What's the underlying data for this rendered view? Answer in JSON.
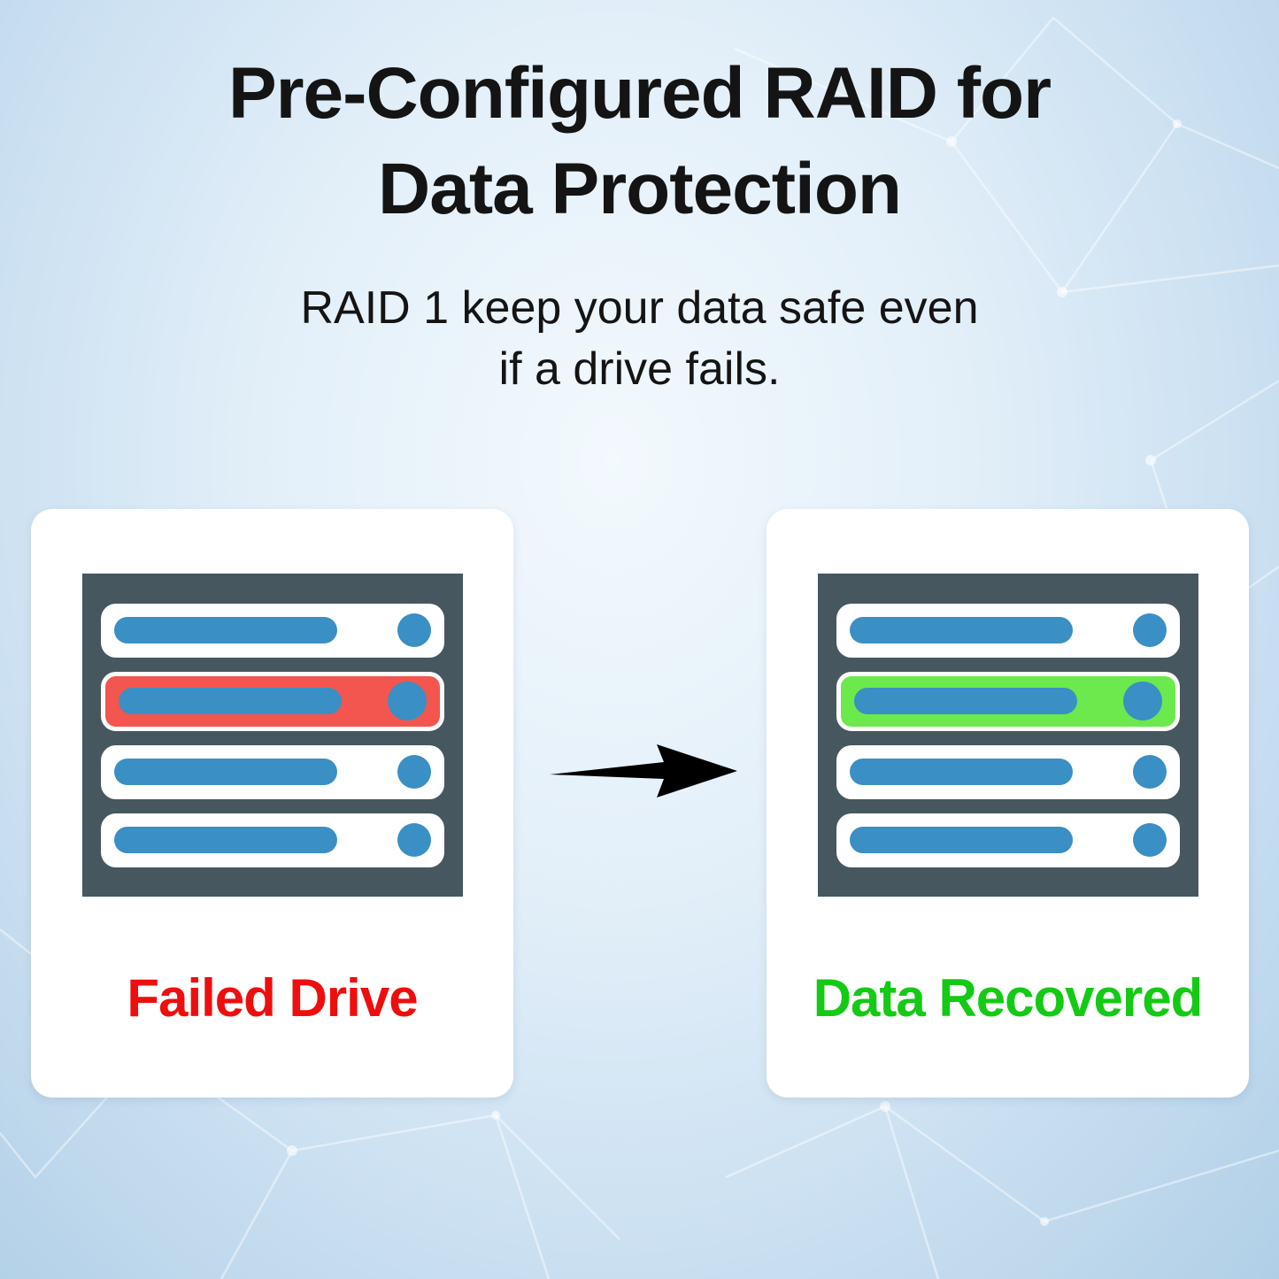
{
  "page": {
    "title_lines": [
      "Pre-Configured RAID for",
      "Data Protection"
    ],
    "subtitle_lines": [
      "RAID 1 keep your data safe even",
      "if a drive fails."
    ]
  },
  "cards": [
    {
      "label": "Failed Drive",
      "label_color": "#ee0e0e",
      "rows": [
        "normal",
        "failed",
        "normal",
        "normal"
      ]
    },
    {
      "label": "Data Recovered",
      "label_color": "#14ca14",
      "rows": [
        "normal",
        "recovered",
        "normal",
        "normal"
      ]
    }
  ],
  "colors": {
    "drive_bar_blue": "#3a8fc4",
    "enclosure_slate": "#46575f",
    "failed_red": "#f2564e",
    "recovered_green": "#6ce94c",
    "card_bg": "#ffffff",
    "arrow_black": "#000000"
  }
}
